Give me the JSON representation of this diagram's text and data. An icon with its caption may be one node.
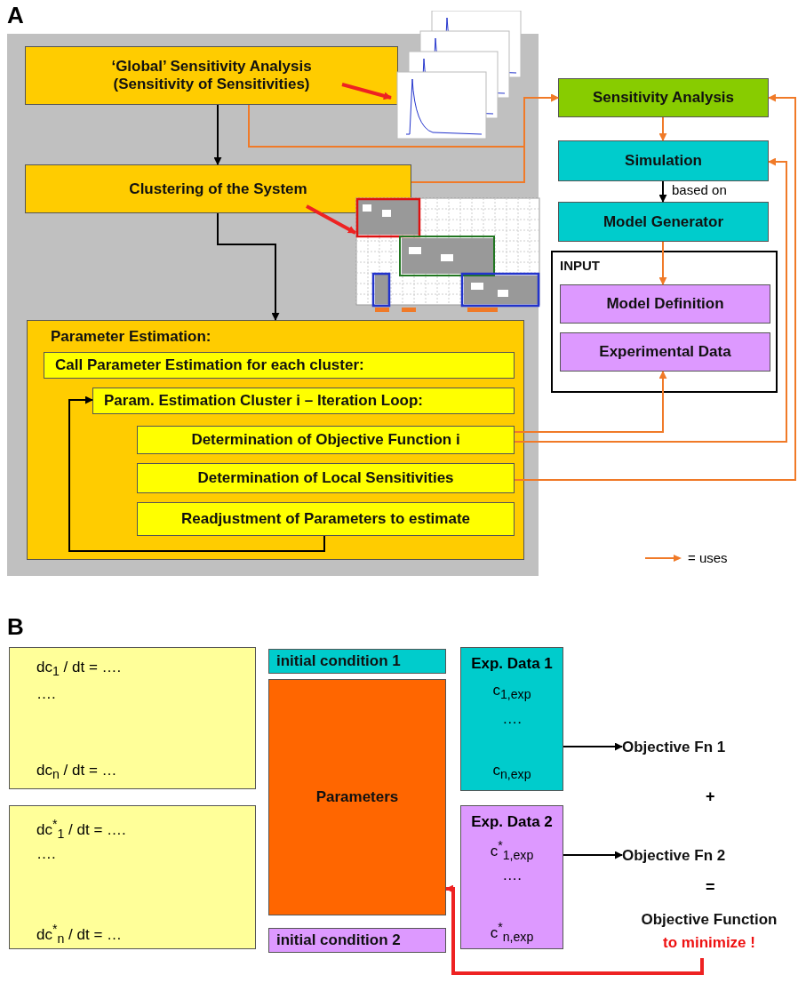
{
  "diagram": {
    "nodes": [
      {
        "text": [
          "‘Global’ Sensitivity Analysis (Sensitivity of Sensitivities)"
        ]
      },
      {
        "text": [],
        "shape": "picture"
      },
      {
        "text": [
          "Clustering of the System"
        ]
      },
      {
        "text": [],
        "shape": "picture"
      },
      {
        "text": [
          "Parameter Estimation:"
        ]
      },
      {
        "text": [
          "Call Parameter Estimation for each cluster:"
        ],
        "in": 4
      },
      {
        "text": [
          "Param. Estimation Cluster i – Iteration Loop:"
        ],
        "in": 4
      },
      {
        "text": [
          "Determination of Objective Function i"
        ],
        "in": 4
      },
      {
        "text": [
          "Determination of Local Sensitivities"
        ],
        "in": 4
      },
      {
        "text": [
          "Readjustment of Parameters to estimate"
        ],
        "in": 4
      },
      {
        "text": [
          "Sensitivity Analysis"
        ]
      },
      {
        "text": [
          "Simulation"
        ]
      },
      {
        "text": [
          "Model Generator"
        ]
      },
      {
        "text": [
          "INPUT"
        ]
      },
      {
        "text": [
          "Model Definition"
        ],
        "in": 13
      },
      {
        "text": [
          "Experimental Data"
        ],
        "in": 13
      },
      {
        "text": [
          "dc$_{1}$ / dt = ….",
          "….",
          "dc$_{n}$ / dt = …"
        ]
      },
      {
        "text": [
          "dc$^{*}$$_{1}$ / dt = ….",
          "….",
          "dc$^{*}$$_{n}$ / dt = …"
        ]
      },
      {
        "text": [
          "initial condition 1"
        ]
      },
      {
        "text": [
          "Parameters"
        ]
      },
      {
        "text": [
          "initial condition 2"
        ]
      },
      {
        "text": [
          "Exp. Data 1",
          "c$_{1,exp}$",
          "….",
          "c$_{n,exp}$"
        ]
      },
      {
        "text": [
          "Exp. Data 2",
          "c$^{*}$$_{1,exp}$",
          "….",
          "c$^{*}$$_{n,exp}$"
        ]
      },
      {
        "text": [
          "Objective Fn 1"
        ]
      },
      {
        "text": [
          "Objective Fn 2"
        ]
      },
      {
        "text": [
          "Objective Function",
          "to minimize !"
        ]
      }
    ],
    "edges": [
      {
        "from": 0,
        "to": 2,
        "arrow": "to",
        "color": "#000000"
      },
      {
        "from": 2,
        "to": 4,
        "arrow": "to",
        "color": "#000000"
      },
      {
        "from": 9,
        "to": 6,
        "arrow": "to",
        "color": "#000000"
      },
      {
        "from": 0,
        "to": 1,
        "arrow": "to",
        "style": "thick",
        "color": "#ee2222"
      },
      {
        "from": 2,
        "to": 3,
        "arrow": "to",
        "style": "thick",
        "color": "#ee2222"
      },
      {
        "from": 0,
        "to": 10,
        "arrow": "to"
      },
      {
        "from": 2,
        "to": 10,
        "arrow": "to"
      },
      {
        "from": 10,
        "to": 11,
        "arrow": "to"
      },
      {
        "from": 11,
        "to": 12,
        "arrow": "to",
        "label": "based on",
        "color": "#000000"
      },
      {
        "from": 12,
        "to": 14,
        "arrow": "to"
      },
      {
        "from": 7,
        "to": 15,
        "arrow": "to"
      },
      {
        "from": 7,
        "to": 11,
        "arrow": "to"
      },
      {
        "from": 8,
        "to": 10,
        "arrow": "to"
      },
      {
        "from": 21,
        "to": 23,
        "arrow": "to",
        "color": "#000000"
      },
      {
        "from": 22,
        "to": 24,
        "arrow": "to",
        "color": "#000000"
      },
      {
        "from": 25,
        "to": 19,
        "arrow": "to",
        "style": "thick",
        "color": "#ee2222"
      }
    ],
    "labels": [
      "A",
      "B",
      "+",
      "="
    ],
    "legend": [
      {
        "text": "= uses"
      }
    ]
  }
}
